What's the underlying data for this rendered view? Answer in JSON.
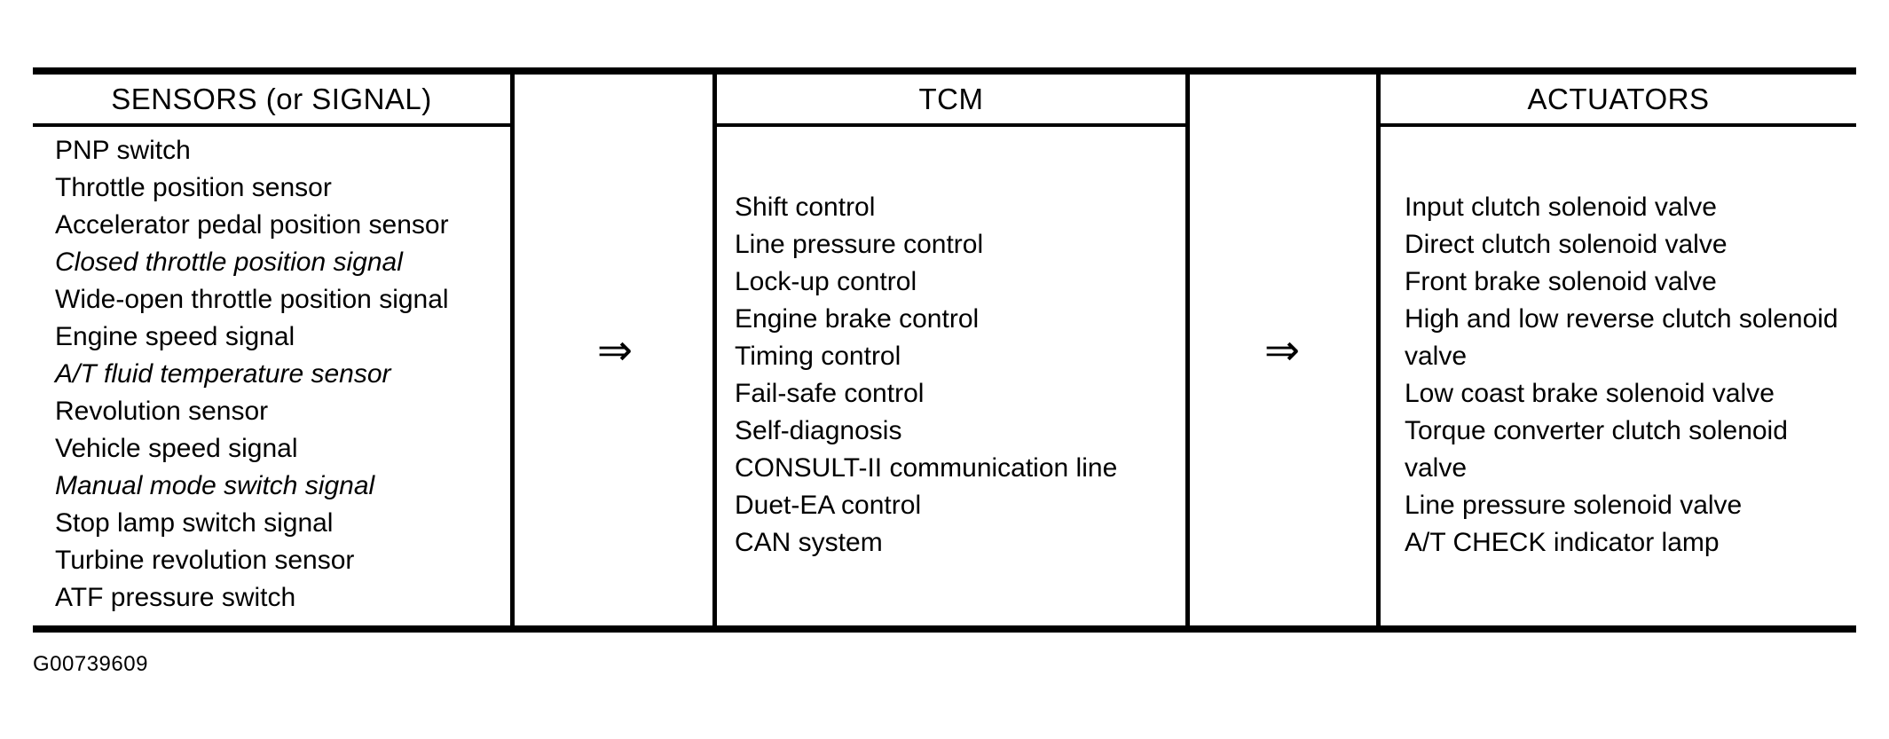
{
  "diagram": {
    "figure_id": "G00739609",
    "arrow_symbol": "⇒",
    "colors": {
      "ink": "#000000",
      "background": "#ffffff"
    },
    "columns": [
      {
        "id": "sensors",
        "header": "SENSORS (or SIGNAL)",
        "items": [
          {
            "text": "PNP switch",
            "italic": false
          },
          {
            "text": "Throttle position sensor",
            "italic": false
          },
          {
            "text": "Accelerator pedal position sensor",
            "italic": false
          },
          {
            "text": "Closed throttle position signal",
            "italic": true
          },
          {
            "text": "Wide-open throttle position signal",
            "italic": false
          },
          {
            "text": "Engine speed signal",
            "italic": false
          },
          {
            "text": "A/T fluid temperature sensor",
            "italic": true
          },
          {
            "text": "Revolution sensor",
            "italic": false
          },
          {
            "text": "Vehicle speed signal",
            "italic": false
          },
          {
            "text": "Manual mode switch signal",
            "italic": true
          },
          {
            "text": "Stop lamp switch signal",
            "italic": false
          },
          {
            "text": "Turbine revolution sensor",
            "italic": false
          },
          {
            "text": "ATF pressure switch",
            "italic": false
          }
        ]
      },
      {
        "id": "tcm",
        "header": "TCM",
        "items": [
          {
            "text": "Shift control",
            "italic": false
          },
          {
            "text": "Line pressure control",
            "italic": false
          },
          {
            "text": "Lock-up control",
            "italic": false
          },
          {
            "text": "Engine brake control",
            "italic": false
          },
          {
            "text": "Timing control",
            "italic": false
          },
          {
            "text": "Fail-safe control",
            "italic": false
          },
          {
            "text": "Self-diagnosis",
            "italic": false
          },
          {
            "text": "CONSULT-II communication line",
            "italic": false
          },
          {
            "text": "Duet-EA control",
            "italic": false
          },
          {
            "text": "CAN system",
            "italic": false
          }
        ]
      },
      {
        "id": "actuators",
        "header": "ACTUATORS",
        "items": [
          {
            "text": "Input clutch solenoid valve",
            "italic": false
          },
          {
            "text": "Direct clutch solenoid valve",
            "italic": false
          },
          {
            "text": "Front brake solenoid valve",
            "italic": false
          },
          {
            "text": "High and low reverse clutch solenoid valve",
            "italic": false
          },
          {
            "text": "Low coast brake solenoid valve",
            "italic": false
          },
          {
            "text": "Torque converter clutch solenoid valve",
            "italic": false
          },
          {
            "text": "Line pressure solenoid valve",
            "italic": false
          },
          {
            "text": "A/T CHECK indicator lamp",
            "italic": false
          }
        ]
      }
    ]
  }
}
